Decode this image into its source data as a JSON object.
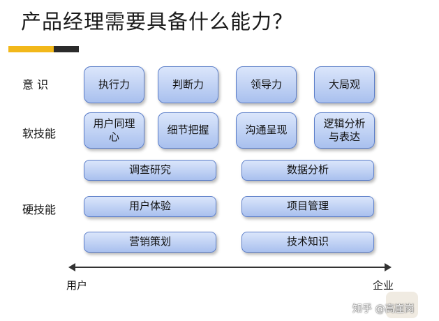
{
  "title": "产品经理需要具备什么能力？",
  "colors": {
    "accent_yellow": "#f2b81a",
    "accent_dark": "#2b2b2b",
    "pill_border": "#5d7fc9",
    "pill_fill": "#bcd0f4"
  },
  "rows": {
    "awareness_label": "意 识",
    "soft_label": "软技能",
    "hard_label": "硬技能"
  },
  "awareness": [
    "执行力",
    "判断力",
    "领导力",
    "大局观"
  ],
  "soft_skills": [
    "用户同理心",
    "细节把握",
    "沟通呈现",
    "逻辑分析与表达"
  ],
  "hard_skills": [
    "调查研究",
    "数据分析",
    "用户体验",
    "项目管理",
    "营销策划",
    "技术知识"
  ],
  "axis": {
    "left_label": "用户",
    "right_label": "企业"
  },
  "watermark": "知乎 @高崖岗"
}
